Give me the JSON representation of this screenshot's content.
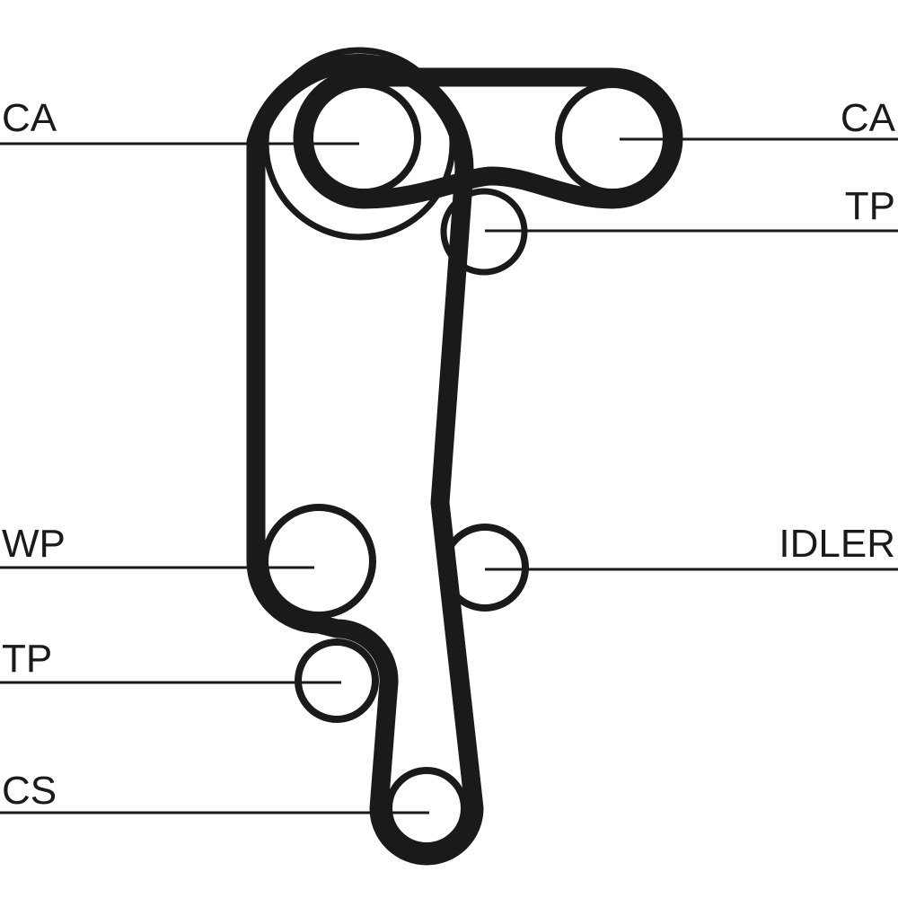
{
  "diagram": {
    "title": "Timing belt routing",
    "labels": {
      "ca_left": "CA",
      "ca_right": "CA",
      "tp_upper": "TP",
      "wp": "WP",
      "idler": "IDLER",
      "tp_lower": "TP",
      "cs": "CS"
    },
    "colors": {
      "ink": "#1a1a1a",
      "background": "#ffffff"
    }
  }
}
